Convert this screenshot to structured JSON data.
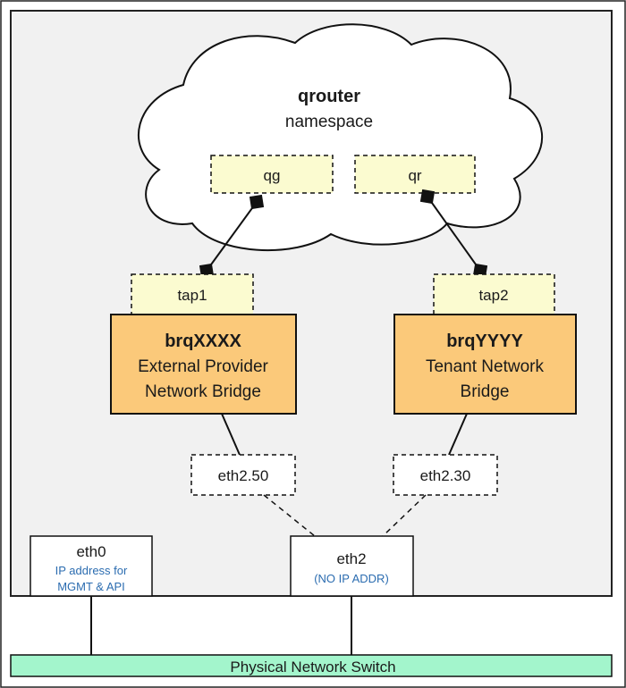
{
  "namespace": {
    "title": "qrouter",
    "subtitle": "namespace"
  },
  "interfaces": {
    "qg": "qg",
    "qr": "qr",
    "tap1": "tap1",
    "tap2": "tap2",
    "eth2_50": "eth2.50",
    "eth2_30": "eth2.30"
  },
  "bridges": {
    "external": {
      "name": "brqXXXX",
      "line1": "External Provider",
      "line2": "Network Bridge"
    },
    "tenant": {
      "name": "brqYYYY",
      "line1": "Tenant Network",
      "line2": "Bridge"
    }
  },
  "nics": {
    "eth0": {
      "label": "eth0",
      "note1": "IP address for",
      "note2": "MGMT & API"
    },
    "eth2": {
      "label": "eth2",
      "note": "(NO IP ADDR)"
    }
  },
  "switch": {
    "label": "Physical Network Switch"
  },
  "colors": {
    "bridge_fill": "#fbc97a",
    "dashed_box_fill": "#fbfbd0",
    "host_fill": "#f1f1f1",
    "switch_fill": "#a3f5cc",
    "note_text": "#2b6cb0"
  }
}
